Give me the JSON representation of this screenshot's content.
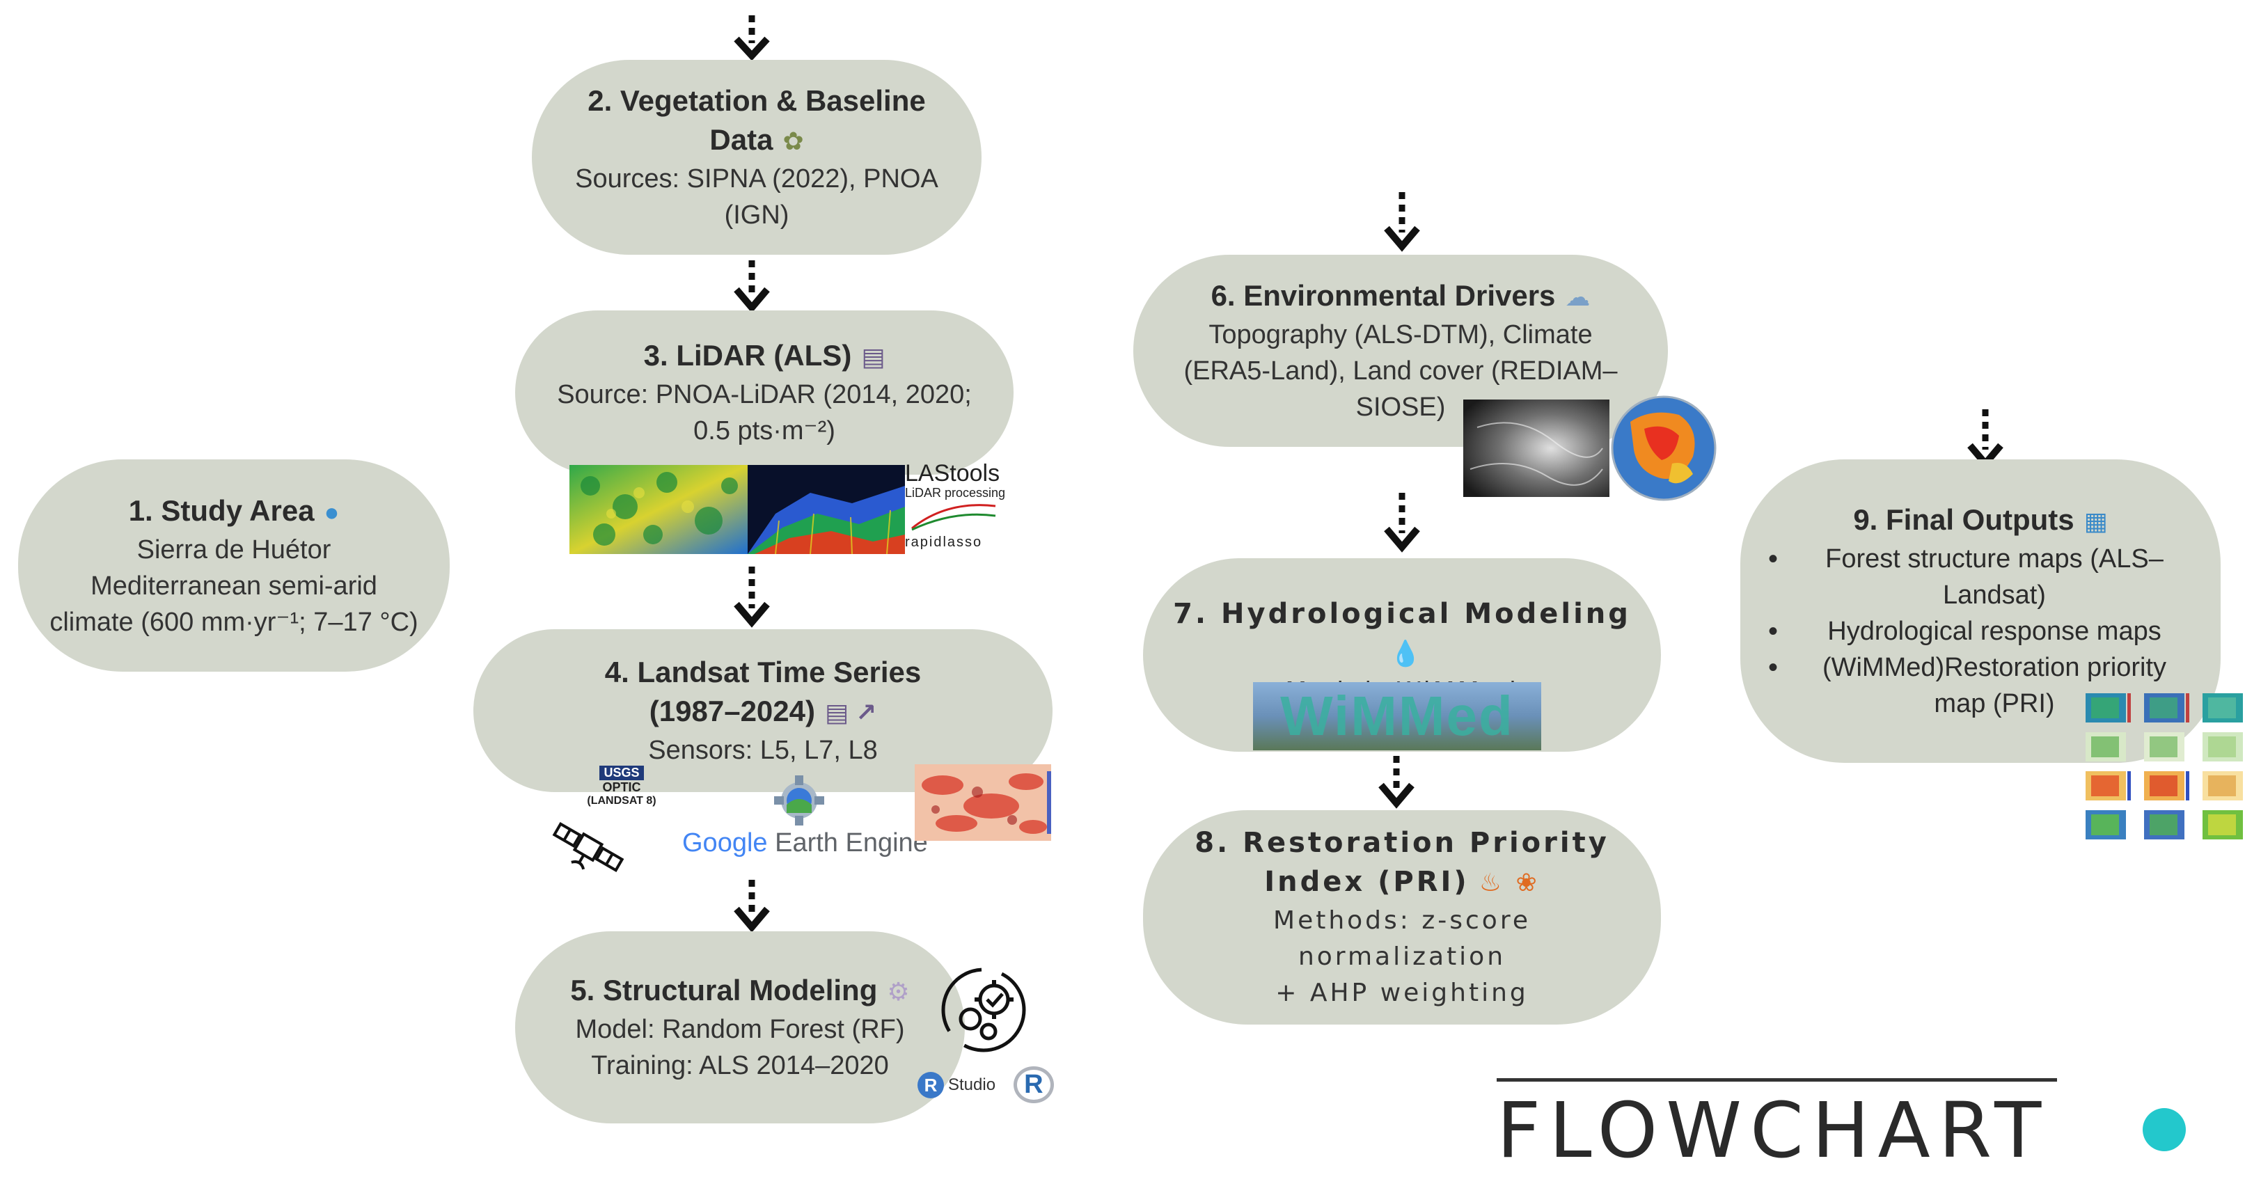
{
  "nodes": {
    "study_area": {
      "title": "1. Study Area",
      "icon": "globe-icon",
      "lines": [
        "Sierra de Huétor",
        "Mediterranean semi-arid",
        "climate (600 mm·yr⁻¹; 7–17 °C)"
      ]
    },
    "vegetation": {
      "title_a": "2. Vegetation & Baseline",
      "title_b": "Data",
      "icon": "plant-icon",
      "lines": [
        "Sources: SIPNA (2022), PNOA",
        "(IGN)"
      ]
    },
    "lidar": {
      "title": "3. LiDAR (ALS)",
      "icon": "satellite-icon",
      "lines": [
        "Source: PNOA-LiDAR (2014, 2020;",
        "0.5 pts·m⁻²)"
      ]
    },
    "landsat": {
      "title_a": "4. Landsat Time Series",
      "title_b": "(1987–2024)",
      "icon": "satellite-chart-icon",
      "lines": [
        "Sensors: L5, L7, L8"
      ]
    },
    "structural": {
      "title": "5. Structural Modeling",
      "icon": "gear-icon",
      "lines": [
        "Model: Random Forest (RF)",
        "Training: ALS 2014–2020"
      ]
    },
    "environmental": {
      "title": "6. Environmental Drivers",
      "icon": "cloud-rain-icon",
      "lines": [
        "Topography (ALS-DTM), Climate",
        "(ERA5-Land), Land cover (REDIAM–",
        "SIOSE)"
      ]
    },
    "hydrological": {
      "title": "7. Hydrological Modeling",
      "icon": "droplet-icon",
      "lines": [
        "Model: WiMMed"
      ]
    },
    "restoration": {
      "title_a": "8. Restoration Priority",
      "title_b": "Index (PRI)",
      "icon": "fire-sprout-icon",
      "lines": [
        "Methods: z-score normalization",
        "+ AHP weighting"
      ]
    },
    "outputs": {
      "title": "9. Final Outputs",
      "icon": "map-icon",
      "items": [
        "Forest structure maps (ALS–Landsat)",
        "Hydrological response maps",
        "(WiMMed)Restoration priority map (PRI)"
      ]
    }
  },
  "logos": {
    "lastools": "LAStools",
    "lastools_sub": "LiDAR processing",
    "rapidlasso": "rapidlasso",
    "usgs": "USGS",
    "optic": "OPTIC",
    "landsat8": "(LANDSAT 8)",
    "google": "Google",
    "earth_engine": "Earth Engine",
    "rstudio": "Studio",
    "r": "R",
    "wimmed": "WiMMed"
  },
  "footer": {
    "title": "FLOWCHART"
  },
  "colors": {
    "node_fill": "#d3d7cc",
    "accent_teal": "#23c8cc",
    "arrow": "#111111"
  }
}
